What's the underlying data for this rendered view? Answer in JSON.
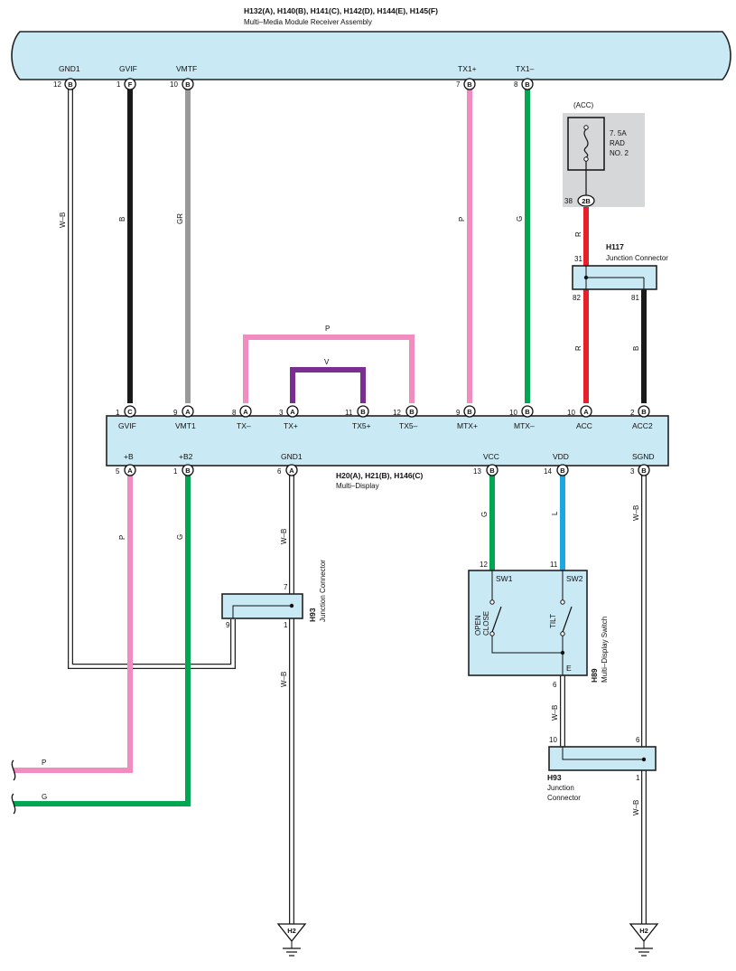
{
  "receiver": {
    "title": "H132(A), H140(B), H141(C), H142(D), H144(E), H145(F)",
    "subtitle": "Multi–Media Module Receiver Assembly",
    "pins": [
      {
        "label": "GND1",
        "num": "12",
        "conn": "B"
      },
      {
        "label": "GVIF",
        "num": "1",
        "conn": "F"
      },
      {
        "label": "VMTF",
        "num": "10",
        "conn": "B"
      },
      {
        "label": "TX1+",
        "num": "7",
        "conn": "B"
      },
      {
        "label": "TX1–",
        "num": "8",
        "conn": "B"
      }
    ]
  },
  "fuse": {
    "mode": "(ACC)",
    "rating": "7. 5A",
    "name1": "RAD",
    "name2": "NO. 2",
    "pin_num": "38",
    "pin_conn": "2B"
  },
  "junction_h117": {
    "id": "H117",
    "name": "Junction Connector",
    "pin_in": "31",
    "pin_out1": "82",
    "pin_out2": "81"
  },
  "display": {
    "title": "H20(A), H21(B), H146(C)",
    "subtitle": "Multi–Display",
    "top_pins": [
      {
        "label": "GVIF",
        "num": "1",
        "conn": "C"
      },
      {
        "label": "VMT1",
        "num": "9",
        "conn": "A"
      },
      {
        "label": "TX–",
        "num": "8",
        "conn": "A"
      },
      {
        "label": "TX+",
        "num": "3",
        "conn": "A"
      },
      {
        "label": "TX5+",
        "num": "11",
        "conn": "B"
      },
      {
        "label": "TX5–",
        "num": "12",
        "conn": "B"
      },
      {
        "label": "MTX+",
        "num": "9",
        "conn": "B"
      },
      {
        "label": "MTX–",
        "num": "10",
        "conn": "B"
      },
      {
        "label": "ACC",
        "num": "10",
        "conn": "A"
      },
      {
        "label": "ACC2",
        "num": "2",
        "conn": "B"
      }
    ],
    "bottom_pins": [
      {
        "label": "+B",
        "num": "5",
        "conn": "A"
      },
      {
        "label": "+B2",
        "num": "1",
        "conn": "B"
      },
      {
        "label": "GND1",
        "num": "6",
        "conn": "A"
      },
      {
        "label": "VCC",
        "num": "13",
        "conn": "B"
      },
      {
        "label": "VDD",
        "num": "14",
        "conn": "B"
      },
      {
        "label": "SGND",
        "num": "3",
        "conn": "B"
      }
    ]
  },
  "wire_colors": {
    "w_b": "W–B",
    "b": "B",
    "gr": "GR",
    "p": "P",
    "g": "G",
    "r": "R",
    "v": "V",
    "l": "L"
  },
  "color_hex": {
    "black": "#1a1a1a",
    "gray": "#9a9a9a",
    "pink": "#f08cc0",
    "green": "#00a651",
    "red": "#e8202a",
    "violet": "#7a2e91",
    "blue": "#1ba7e2",
    "box": "#c9e9f5",
    "fuse_bg": "#d6d7d9"
  },
  "junction_h93_left": {
    "id": "H93",
    "name": "Junction Connector",
    "pin_top": "7",
    "pin_left": "9",
    "pin_bottom": "1"
  },
  "switch_h89": {
    "id": "H89",
    "name": "Multi–Display Switch",
    "sw1": "SW1",
    "sw2": "SW2",
    "open": "OPEN",
    "close": "CLOSE",
    "tilt": "TILT",
    "e": "E",
    "pin_sw1": "12",
    "pin_sw2": "11",
    "pin_e": "6"
  },
  "junction_h93_right": {
    "id": "H93",
    "name1": "Junction",
    "name2": "Connector",
    "pin_left": "10",
    "pin_right": "6",
    "pin_bottom": "1"
  },
  "grounds": {
    "left": "H2",
    "right": "H2"
  },
  "offpage": {
    "p": "P",
    "g": "G"
  }
}
